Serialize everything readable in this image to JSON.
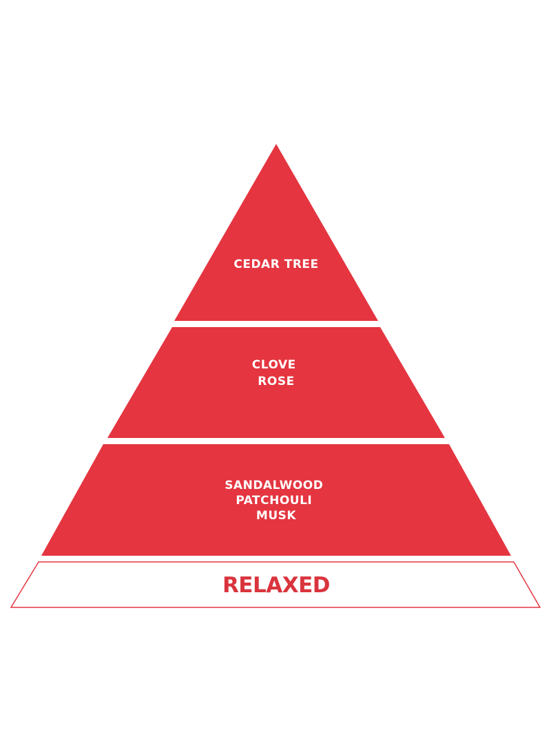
{
  "colors": {
    "tier_fill": "#e43540",
    "base_outline": "#e43540",
    "base_text": "#d9343d",
    "background": "#ffffff"
  },
  "tiers": [
    {
      "lines": [
        "CEDAR TREE"
      ]
    },
    {
      "lines": [
        "CLOVE",
        "ROSE"
      ]
    },
    {
      "lines": [
        "SANDALWOOD",
        "PATCHOULI",
        "MUSK"
      ]
    }
  ],
  "base": {
    "label": "RELAXED"
  }
}
